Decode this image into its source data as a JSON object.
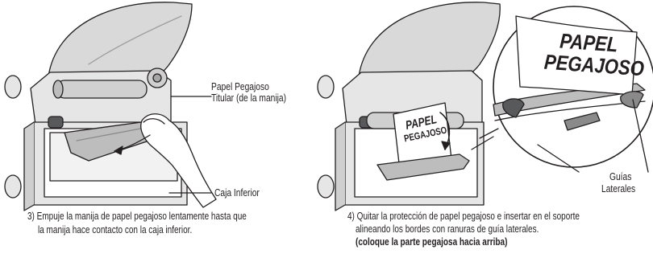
{
  "left_panel": {
    "label_paper_holder_line1": "Papel Pegajoso",
    "label_paper_holder_line2": "Titular (de la manija)",
    "label_lower_box": "Caja Inferior",
    "caption_line1": "3) Empuje la manija de papel pegajoso lentamente hasta que",
    "caption_line2": "la manija hace contacto con la caja inferior."
  },
  "right_panel": {
    "zoom_text_line1": "PAPEL",
    "zoom_text_line2": "PEGAJOSO",
    "sheet_text_line1": "PAPEL",
    "sheet_text_line2": "PEGAJOSO",
    "label_guides_line1": "Guías",
    "label_guides_line2": "Laterales",
    "caption_line1": "4) Quitar la protección de papel pegajoso e insertar en el soporte",
    "caption_line2": "alineando los bordes con ranuras de guía laterales.",
    "caption_line3": "(coloque la parte pegajosa hacia arriba)"
  },
  "colors": {
    "line": "#231f20",
    "machine_fill": "#e6e6e6",
    "shadow_fill": "#bdbdbd",
    "dark_fill": "#58595b"
  }
}
